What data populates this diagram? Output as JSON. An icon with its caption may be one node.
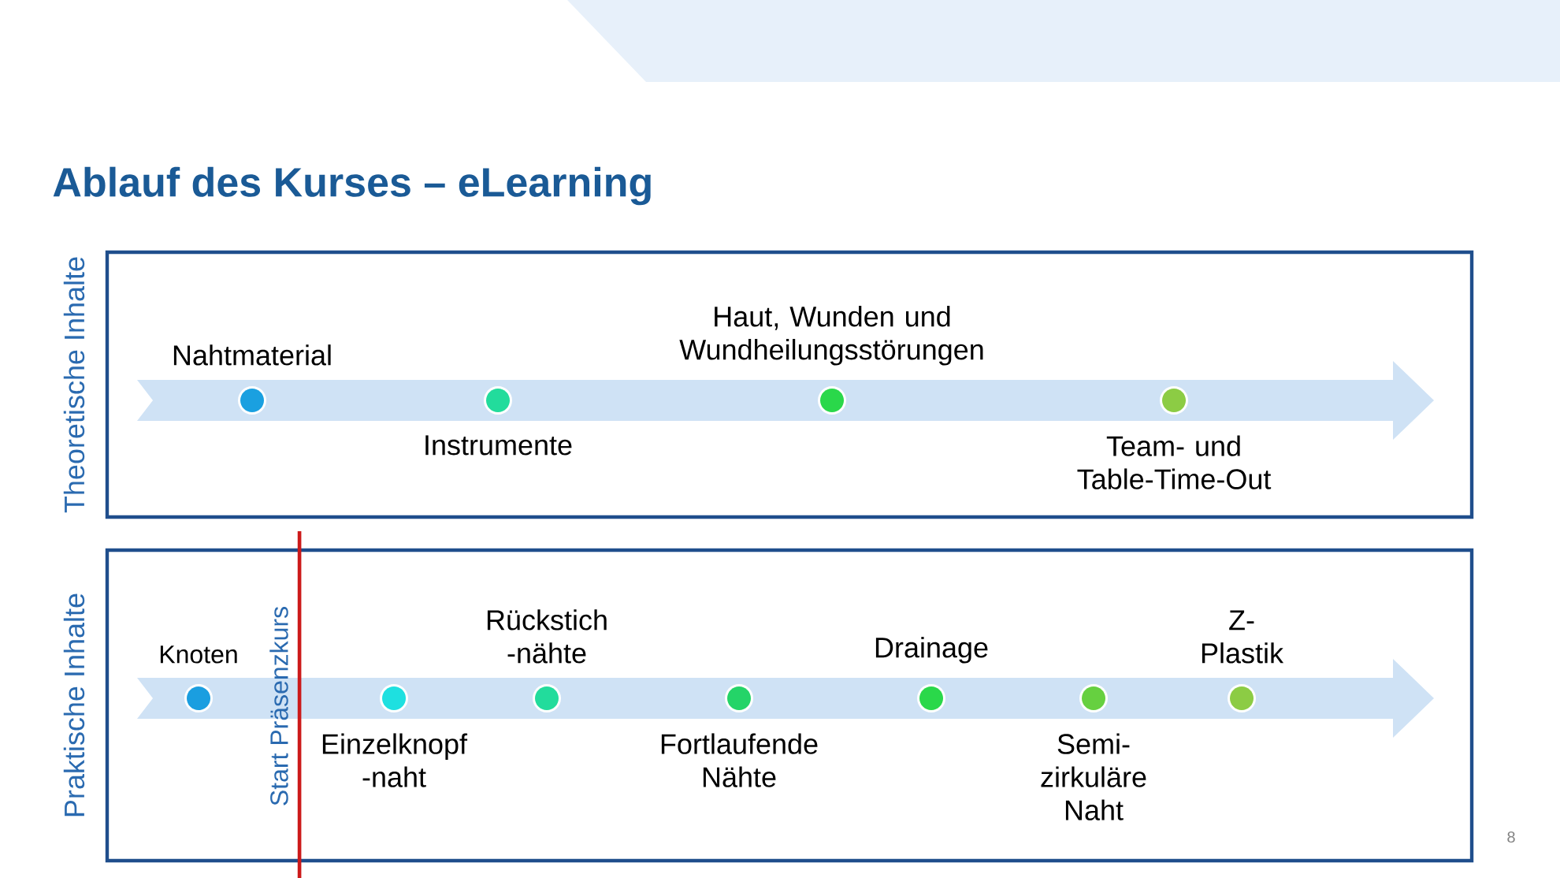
{
  "diagram": {
    "title": "Ablauf des Kurses – eLearning",
    "nodes": [
      {
        "text": [
          "Theoretische Inhalte"
        ]
      },
      {
        "text": [
          "Nahtmaterial"
        ],
        "in": 0
      },
      {
        "text": [
          "Instrumente"
        ],
        "in": 0
      },
      {
        "text": [
          "Haut, Wunden und Wundheilungsstörungen"
        ],
        "in": 0
      },
      {
        "text": [
          "Team- und Table-Time-Out"
        ],
        "in": 0
      },
      {
        "text": [
          "Praktische Inhalte"
        ]
      },
      {
        "text": [
          "Knoten"
        ],
        "in": 5
      },
      {
        "text": [
          "Einzelknopf -naht"
        ],
        "in": 5
      },
      {
        "text": [
          "Rückstich -nähte"
        ],
        "in": 5
      },
      {
        "text": [
          "Fortlaufende Nähte"
        ],
        "in": 5
      },
      {
        "text": [
          "Drainage"
        ],
        "in": 5
      },
      {
        "text": [
          "Semi- zirkuläre Naht"
        ],
        "in": 5
      },
      {
        "text": [
          "Z- Plastik"
        ],
        "in": 5
      }
    ],
    "labels": [
      "Start Präsenzkurs",
      "8"
    ]
  }
}
